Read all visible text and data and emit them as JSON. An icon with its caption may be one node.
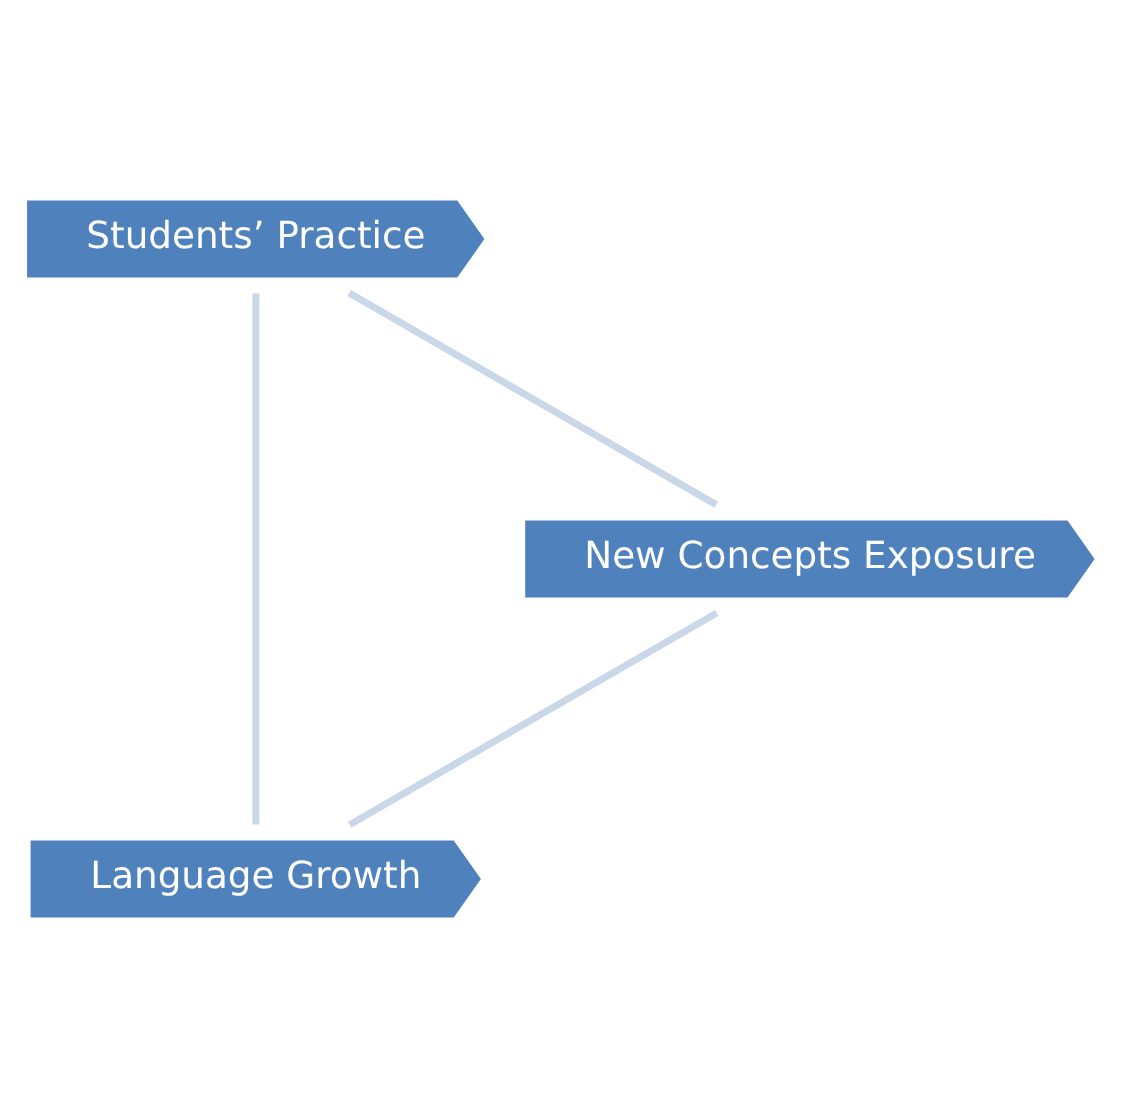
{
  "diagram": {
    "nodes": [
      {
        "text": [
          "Language Growth"
        ]
      },
      {
        "text": [
          "Students’ Practice"
        ]
      },
      {
        "text": [
          "New Concepts Exposure"
        ]
      }
    ],
    "edges": [
      {
        "from": 0,
        "to": 1,
        "arrow": "none"
      },
      {
        "from": 1,
        "to": 2,
        "arrow": "none"
      },
      {
        "from": 2,
        "to": 0,
        "arrow": "none"
      }
    ]
  }
}
